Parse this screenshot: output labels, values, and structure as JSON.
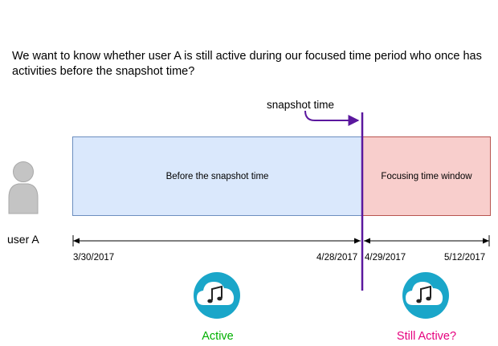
{
  "question": "We want to know whether user A is still active during our focused time period who once has activities before the snapshot time?",
  "snapshot_label": "snapshot time",
  "before_box_label": "Before the snapshot time",
  "focus_box_label": "Focusing time window",
  "user_label": "user A",
  "dates": {
    "start": "3/30/2017",
    "snapshot_end": "4/28/2017",
    "window_start": "4/29/2017",
    "window_end": "5/12/2017"
  },
  "status": {
    "active": "Active",
    "still_active": "Still Active?"
  },
  "icons": {
    "user": "user-silhouette-icon",
    "activity": "music-cloud-icon"
  },
  "colors": {
    "before_fill": "#dae8fc",
    "before_stroke": "#6c8ebf",
    "focus_fill": "#f8cecc",
    "focus_stroke": "#b85450",
    "snapshot_line": "#5b189e",
    "active": "#00b000",
    "still_active": "#e6007e",
    "icon_circle": "#1aa6c9"
  }
}
